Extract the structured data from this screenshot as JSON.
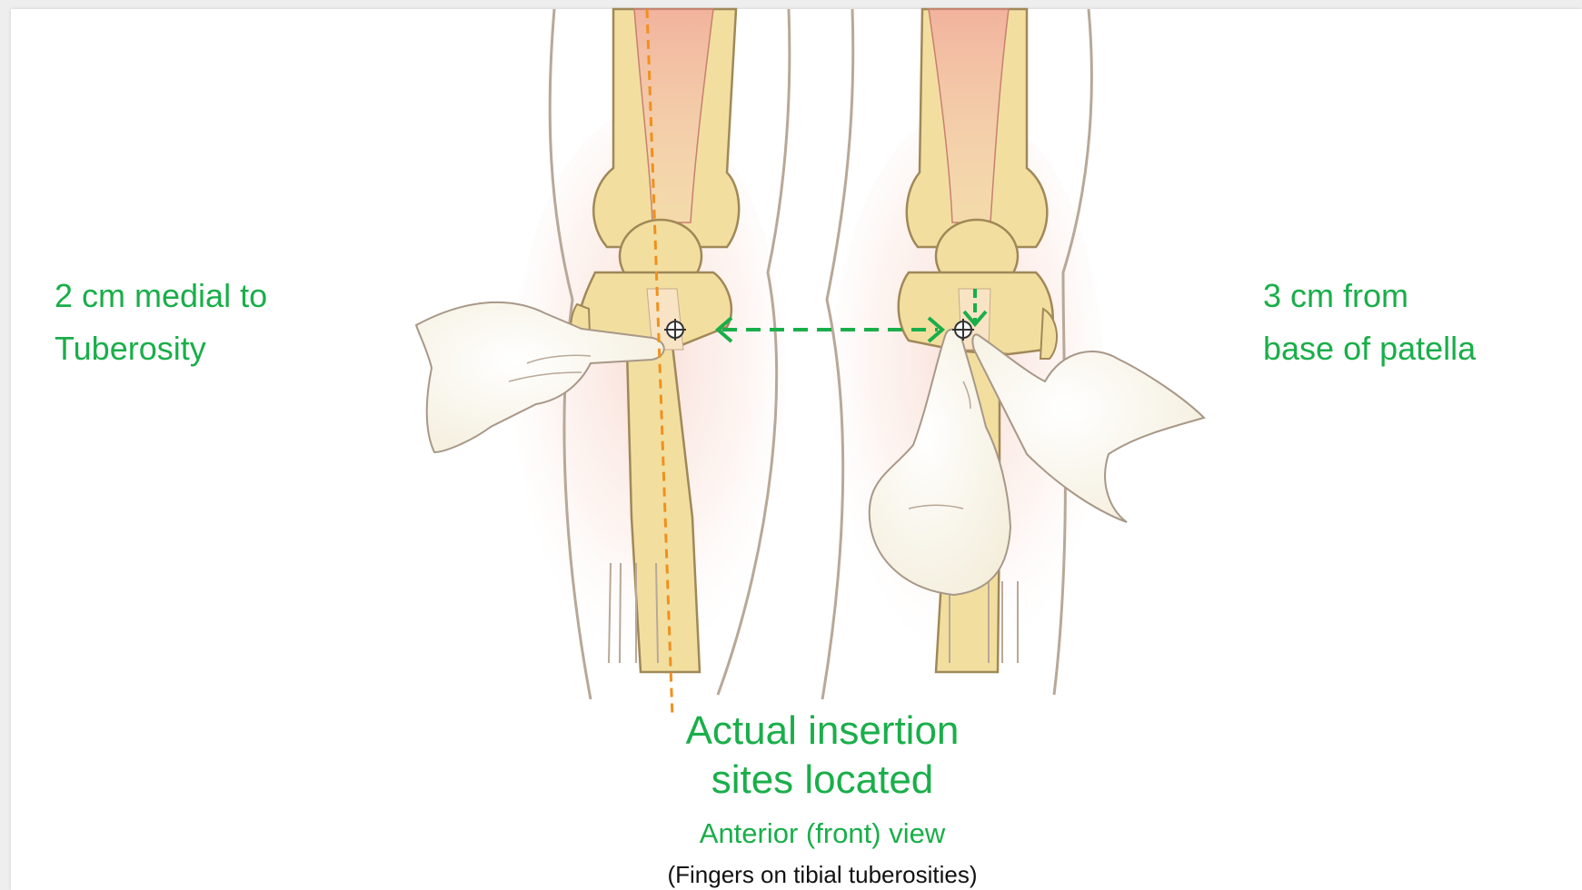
{
  "labels": {
    "left_line1": "2 cm medial to",
    "left_line2": "Tuberosity",
    "right_line1": "3 cm from",
    "right_line2": "base of patella",
    "center_line1": "Actual insertion",
    "center_line2": "sites located",
    "view": "Anterior (front) view",
    "note": "(Fingers on tibial tuberosities)"
  },
  "colors": {
    "label_green": "#1aae4a",
    "guide_orange": "#f0901e",
    "bone": "#f2dfa0",
    "bone_outline": "#a08858",
    "skin_outline": "#b8a898",
    "tendon": "#f0b0a8",
    "hand": "#faf6ec"
  },
  "icons": {
    "insertion_marker": "crosshair-icon",
    "distance_arrow": "double-arrow-icon",
    "down_arrow": "arrow-down-icon"
  }
}
